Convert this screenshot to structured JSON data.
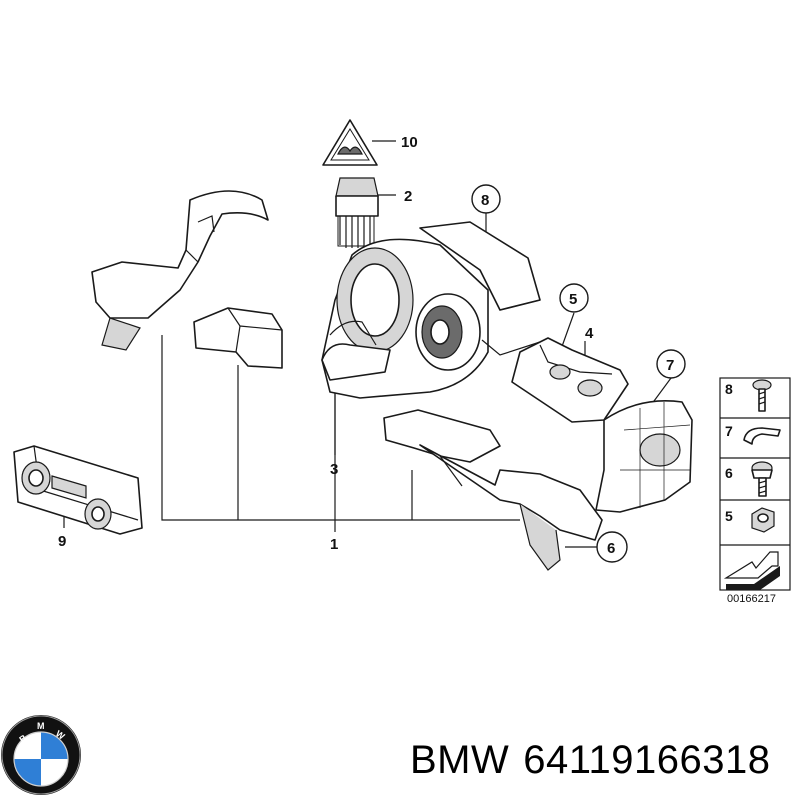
{
  "diagram": {
    "callouts": [
      "10",
      "2",
      "8",
      "5",
      "4",
      "7",
      "3",
      "9",
      "1",
      "6"
    ],
    "legend": [
      "8",
      "7",
      "6",
      "5"
    ],
    "reference_number": "00166217"
  },
  "caption": {
    "brand": "BMW",
    "part_number": "64119166318"
  },
  "logo": {
    "letters": "BMW",
    "colors": {
      "blue": "#2f7fd6",
      "white": "#ffffff",
      "ring": "#111111"
    }
  }
}
